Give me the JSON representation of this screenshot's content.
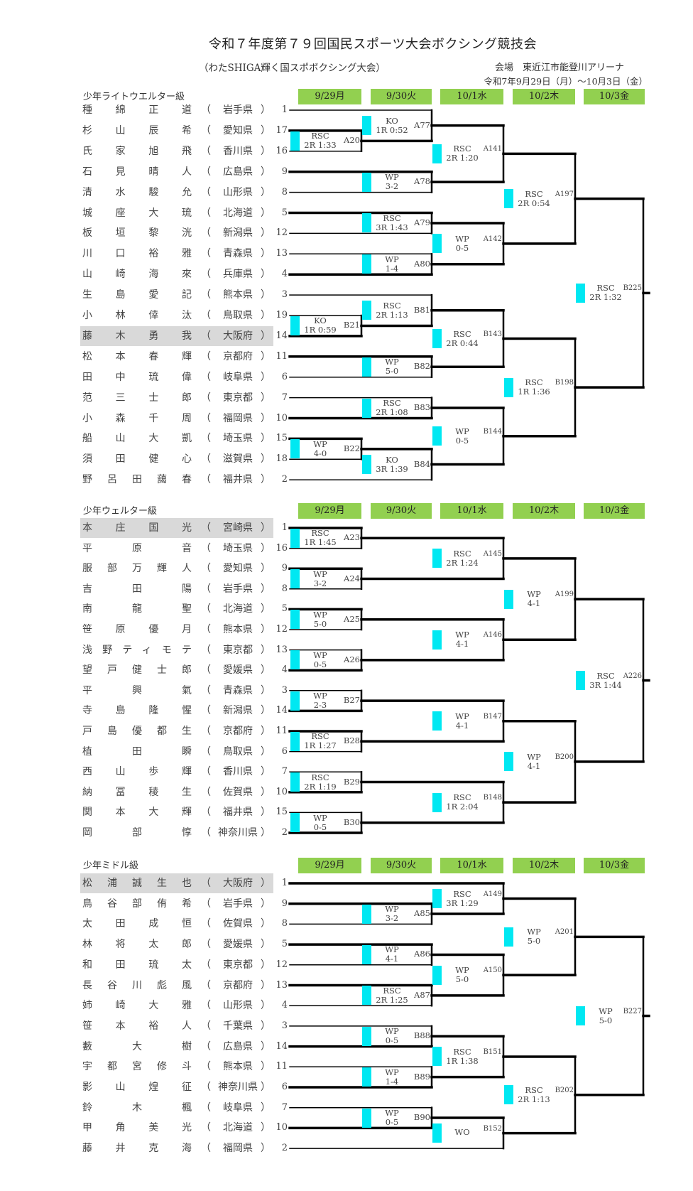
{
  "header": {
    "title": "令和７年度第７９回国民スポーツ大会ボクシング競技会",
    "subtitle": "（わたSHIGA輝く国スポボクシング大会）",
    "venue": "会場　東近江市能登川アリーナ",
    "dates": "令和7年9月29日（月）～10月3日（金）"
  },
  "days": [
    "9/29月",
    "9/30火",
    "10/1水",
    "10/2木",
    "10/3金"
  ],
  "colors": {
    "cyan": "#00e8f2",
    "day_bg": "#92d050",
    "highlight": "#d9d9d9",
    "line": "#000000"
  },
  "sections": [
    {
      "title": "少年ライトウエルター級",
      "players": [
        {
          "name": "種綿正道",
          "pref": "岩手県",
          "seed": "1"
        },
        {
          "name": "杉山辰希",
          "pref": "愛知県",
          "seed": "17"
        },
        {
          "name": "氏家旭飛",
          "pref": "香川県",
          "seed": "16"
        },
        {
          "name": "石見晴人",
          "pref": "広島県",
          "seed": "9"
        },
        {
          "name": "清水駿允",
          "pref": "山形県",
          "seed": "8"
        },
        {
          "name": "城座大琉",
          "pref": "北海道",
          "seed": "5"
        },
        {
          "name": "板垣黎洸",
          "pref": "新潟県",
          "seed": "12"
        },
        {
          "name": "川口裕雅",
          "pref": "青森県",
          "seed": "13"
        },
        {
          "name": "山崎海來",
          "pref": "兵庫県",
          "seed": "4"
        },
        {
          "name": "生島愛記",
          "pref": "熊本県",
          "seed": "3"
        },
        {
          "name": "小林倖汰",
          "pref": "鳥取県",
          "seed": "19"
        },
        {
          "name": "藤木勇我",
          "pref": "大阪府",
          "seed": "14",
          "highlight": true
        },
        {
          "name": "松本春輝",
          "pref": "京都府",
          "seed": "11"
        },
        {
          "name": "田中琉偉",
          "pref": "岐阜県",
          "seed": "6"
        },
        {
          "name": "范三士郎",
          "pref": "東京都",
          "seed": "7"
        },
        {
          "name": "小森千周",
          "pref": "福岡県",
          "seed": "10"
        },
        {
          "name": "船山大凱",
          "pref": "埼玉県",
          "seed": "15"
        },
        {
          "name": "須田健心",
          "pref": "滋賀県",
          "seed": "18"
        },
        {
          "name": "野呂田藹春",
          "pref": "福井県",
          "seed": "2"
        }
      ],
      "matches": [
        {
          "id": "A20",
          "day": 0,
          "top": "p1",
          "bottom": "p2",
          "result": [
            "RSC",
            "2R 1:33"
          ],
          "win": "top"
        },
        {
          "id": "A77",
          "day": 1,
          "top": "p0",
          "bottom": "A20",
          "result": [
            "KO",
            "1R 0:52"
          ],
          "win": "bottom"
        },
        {
          "id": "A78",
          "day": 1,
          "top": "p3",
          "bottom": "p4",
          "result": [
            "WP",
            "3-2"
          ],
          "win": "top"
        },
        {
          "id": "A141",
          "day": 2,
          "top": "A77",
          "bottom": "A78",
          "result": [
            "RSC",
            "2R 1:20"
          ]
        },
        {
          "id": "A79",
          "day": 1,
          "top": "p5",
          "bottom": "p6",
          "result": [
            "RSC",
            "3R 1:43"
          ],
          "win": "top"
        },
        {
          "id": "A80",
          "day": 1,
          "top": "p7",
          "bottom": "p8",
          "result": [
            "WP",
            "1-4"
          ],
          "win": "bottom"
        },
        {
          "id": "A142",
          "day": 2,
          "top": "A79",
          "bottom": "A80",
          "result": [
            "WP",
            "0-5"
          ]
        },
        {
          "id": "A197",
          "day": 3,
          "top": "A141",
          "bottom": "A142",
          "result": [
            "RSC",
            "2R 0:54"
          ]
        },
        {
          "id": "B21",
          "day": 0,
          "top": "p10",
          "bottom": "p11",
          "result": [
            "KO",
            "1R 0:59"
          ],
          "win": "bottom"
        },
        {
          "id": "B81",
          "day": 1,
          "top": "p9",
          "bottom": "B21",
          "result": [
            "RSC",
            "2R 1:13"
          ],
          "win": "bottom"
        },
        {
          "id": "B82",
          "day": 1,
          "top": "p12",
          "bottom": "p13",
          "result": [
            "WP",
            "5-0"
          ],
          "win": "top"
        },
        {
          "id": "B143",
          "day": 2,
          "top": "B81",
          "bottom": "B82",
          "result": [
            "RSC",
            "2R 0:44"
          ]
        },
        {
          "id": "B83",
          "day": 1,
          "top": "p14",
          "bottom": "p15",
          "result": [
            "RSC",
            "2R 1:08"
          ],
          "win": "bottom"
        },
        {
          "id": "B22",
          "day": 0,
          "top": "p16",
          "bottom": "p17",
          "result": [
            "WP",
            "4-0"
          ],
          "win": "top"
        },
        {
          "id": "B84",
          "day": 1,
          "top": "B22",
          "bottom": "p18",
          "result": [
            "KO",
            "3R 1:39"
          ],
          "win": "top"
        },
        {
          "id": "B144",
          "day": 2,
          "top": "B83",
          "bottom": "B84",
          "result": [
            "WP",
            "0-5"
          ]
        },
        {
          "id": "B198",
          "day": 3,
          "top": "B143",
          "bottom": "B144",
          "result": [
            "RSC",
            "1R 1:36"
          ]
        },
        {
          "id": "B225",
          "day": 4,
          "top": "A197",
          "bottom": "B198",
          "result": [
            "RSC",
            "2R 1:32"
          ]
        }
      ]
    },
    {
      "title": "少年ウェルター級",
      "players": [
        {
          "name": "本庄国光",
          "pref": "宮崎県",
          "seed": "1",
          "highlight": true
        },
        {
          "name": "平原音",
          "pref": "埼玉県",
          "seed": "16"
        },
        {
          "name": "服部万輝人",
          "pref": "愛知県",
          "seed": "9"
        },
        {
          "name": "吉田陽",
          "pref": "岩手県",
          "seed": "8"
        },
        {
          "name": "南龍聖",
          "pref": "北海道",
          "seed": "5"
        },
        {
          "name": "笹原優月",
          "pref": "熊本県",
          "seed": "12"
        },
        {
          "name": "浅野ティモテ",
          "pref": "東京都",
          "seed": "13"
        },
        {
          "name": "望戸健士郎",
          "pref": "愛媛県",
          "seed": "4"
        },
        {
          "name": "平興氣",
          "pref": "青森県",
          "seed": "3"
        },
        {
          "name": "寺島隆惺",
          "pref": "新潟県",
          "seed": "14"
        },
        {
          "name": "戸島優都生",
          "pref": "京都府",
          "seed": "11"
        },
        {
          "name": "植田瞬",
          "pref": "鳥取県",
          "seed": "6"
        },
        {
          "name": "西山歩輝",
          "pref": "香川県",
          "seed": "7"
        },
        {
          "name": "納冨稜生",
          "pref": "佐賀県",
          "seed": "10"
        },
        {
          "name": "関本大輝",
          "pref": "福井県",
          "seed": "15"
        },
        {
          "name": "岡部惇",
          "pref": "神奈川県",
          "seed": "2"
        }
      ],
      "matches": [
        {
          "id": "A23",
          "day": 0,
          "top": "p0",
          "bottom": "p1",
          "result": [
            "RSC",
            "1R 1:45"
          ],
          "win": "top"
        },
        {
          "id": "A24",
          "day": 0,
          "top": "p2",
          "bottom": "p3",
          "result": [
            "WP",
            "3-2"
          ],
          "win": "top"
        },
        {
          "id": "A25",
          "day": 0,
          "top": "p4",
          "bottom": "p5",
          "result": [
            "WP",
            "5-0"
          ],
          "win": "top"
        },
        {
          "id": "A26",
          "day": 0,
          "top": "p6",
          "bottom": "p7",
          "result": [
            "WP",
            "0-5"
          ],
          "win": "bottom"
        },
        {
          "id": "B27",
          "day": 0,
          "top": "p8",
          "bottom": "p9",
          "result": [
            "WP",
            "2-3"
          ],
          "win": "bottom"
        },
        {
          "id": "B28",
          "day": 0,
          "top": "p10",
          "bottom": "p11",
          "result": [
            "RSC",
            "1R 1:27"
          ],
          "win": "top"
        },
        {
          "id": "B29",
          "day": 0,
          "top": "p12",
          "bottom": "p13",
          "result": [
            "RSC",
            "2R 1:19"
          ],
          "win": "bottom"
        },
        {
          "id": "B30",
          "day": 0,
          "top": "p14",
          "bottom": "p15",
          "result": [
            "WP",
            "0-5"
          ],
          "win": "bottom"
        },
        {
          "id": "A145",
          "day": 2,
          "top": "A23",
          "bottom": "A24",
          "result": [
            "RSC",
            "2R 1:24"
          ]
        },
        {
          "id": "A146",
          "day": 2,
          "top": "A25",
          "bottom": "A26",
          "result": [
            "WP",
            "4-1"
          ]
        },
        {
          "id": "B147",
          "day": 2,
          "top": "B27",
          "bottom": "B28",
          "result": [
            "WP",
            "4-1"
          ]
        },
        {
          "id": "B148",
          "day": 2,
          "top": "B29",
          "bottom": "B30",
          "result": [
            "RSC",
            "1R 2:04"
          ]
        },
        {
          "id": "A199",
          "day": 3,
          "top": "A145",
          "bottom": "A146",
          "result": [
            "WP",
            "4-1"
          ]
        },
        {
          "id": "B200",
          "day": 3,
          "top": "B147",
          "bottom": "B148",
          "result": [
            "WP",
            "4-1"
          ]
        },
        {
          "id": "A226",
          "day": 4,
          "top": "A199",
          "bottom": "B200",
          "result": [
            "RSC",
            "3R 1:44"
          ]
        }
      ]
    },
    {
      "title": "少年ミドル級",
      "players": [
        {
          "name": "松浦誠生也",
          "pref": "大阪府",
          "seed": "1",
          "highlight": true
        },
        {
          "name": "鳥谷部侑希",
          "pref": "岩手県",
          "seed": "9"
        },
        {
          "name": "太田成恒",
          "pref": "佐賀県",
          "seed": "8"
        },
        {
          "name": "林将太郎",
          "pref": "愛媛県",
          "seed": "5"
        },
        {
          "name": "和田琉太",
          "pref": "東京都",
          "seed": "12"
        },
        {
          "name": "長谷川彪風",
          "pref": "京都府",
          "seed": "13"
        },
        {
          "name": "姉崎大雅",
          "pref": "山形県",
          "seed": "4"
        },
        {
          "name": "笹本裕人",
          "pref": "千葉県",
          "seed": "3"
        },
        {
          "name": "藪大樹",
          "pref": "広島県",
          "seed": "14"
        },
        {
          "name": "宇都宮修斗",
          "pref": "熊本県",
          "seed": "11"
        },
        {
          "name": "影山煌征",
          "pref": "神奈川県",
          "seed": "6"
        },
        {
          "name": "鈴木楓",
          "pref": "岐阜県",
          "seed": "7"
        },
        {
          "name": "甲角美光",
          "pref": "北海道",
          "seed": "10"
        },
        {
          "name": "藤井克海",
          "pref": "福岡県",
          "seed": "2"
        }
      ],
      "matches": [
        {
          "id": "A85",
          "day": 1,
          "top": "p1",
          "bottom": "p2",
          "result": [
            "WP",
            "3-2"
          ],
          "win": "top"
        },
        {
          "id": "A149",
          "day": 2,
          "top": "p0",
          "bottom": "A85",
          "result": [
            "RSC",
            "3R 1:29"
          ],
          "win": "top"
        },
        {
          "id": "A86",
          "day": 1,
          "top": "p3",
          "bottom": "p4",
          "result": [
            "WP",
            "4-1"
          ],
          "win": "top"
        },
        {
          "id": "A87",
          "day": 1,
          "top": "p5",
          "bottom": "p6",
          "result": [
            "RSC",
            "2R 1:25"
          ],
          "win": "top"
        },
        {
          "id": "A150",
          "day": 2,
          "top": "A86",
          "bottom": "A87",
          "result": [
            "WP",
            "5-0"
          ]
        },
        {
          "id": "A201",
          "day": 3,
          "top": "A149",
          "bottom": "A150",
          "result": [
            "WP",
            "5-0"
          ]
        },
        {
          "id": "B88",
          "day": 1,
          "top": "p7",
          "bottom": "p8",
          "result": [
            "WP",
            "0-5"
          ],
          "win": "bottom"
        },
        {
          "id": "B89",
          "day": 1,
          "top": "p9",
          "bottom": "p10",
          "result": [
            "WP",
            "1-4"
          ],
          "win": "bottom"
        },
        {
          "id": "B151",
          "day": 2,
          "top": "B88",
          "bottom": "B89",
          "result": [
            "RSC",
            "1R 1:38"
          ]
        },
        {
          "id": "B90",
          "day": 1,
          "top": "p11",
          "bottom": "p12",
          "result": [
            "WP",
            "0-5"
          ],
          "win": "bottom"
        },
        {
          "id": "B152",
          "day": 2,
          "top": "B90",
          "bottom": "p13",
          "result": [
            "WO"
          ],
          "win": "top"
        },
        {
          "id": "B202",
          "day": 3,
          "top": "B151",
          "bottom": "B152",
          "result": [
            "RSC",
            "2R 1:13"
          ]
        },
        {
          "id": "B227",
          "day": 4,
          "top": "A201",
          "bottom": "B202",
          "result": [
            "WP",
            "5-0"
          ]
        }
      ]
    }
  ]
}
